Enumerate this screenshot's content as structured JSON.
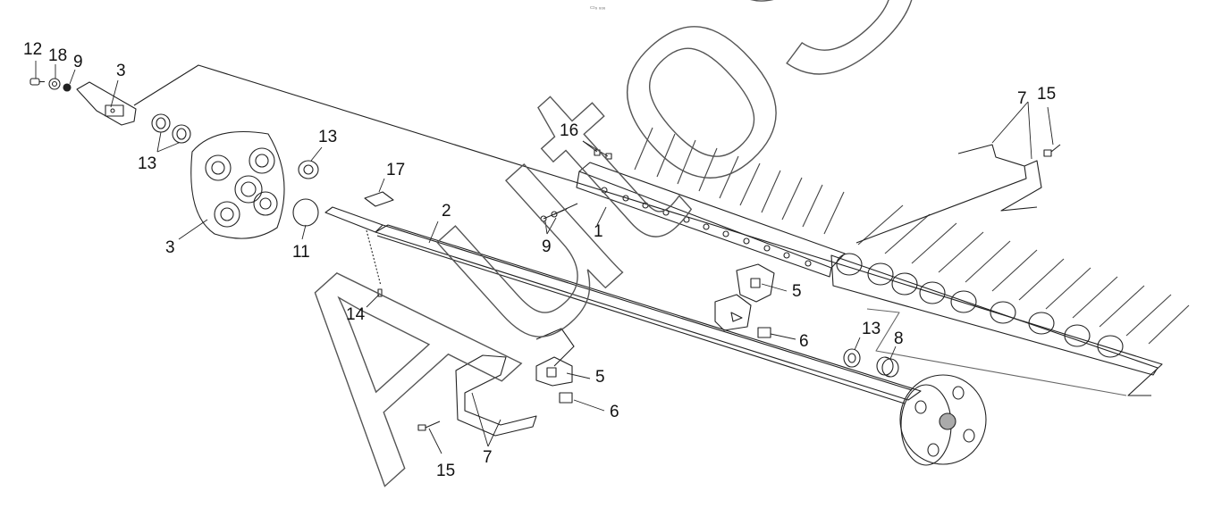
{
  "header_code": "▭₀ ₀₀₀",
  "watermark": "AutoSoft",
  "callouts": {
    "c12": "12",
    "c18": "18",
    "c9a": "9",
    "c3a": "3",
    "c13a": "13",
    "c13b": "13",
    "c3b": "3",
    "c11": "11",
    "c17": "17",
    "c2": "2",
    "c14": "14",
    "c16": "16",
    "c9b": "9",
    "c1": "1",
    "c7a": "7",
    "c15a": "15",
    "c5a": "5",
    "c6a": "6",
    "c13c": "13",
    "c8": "8",
    "c5b": "5",
    "c6b": "6",
    "c15b": "15",
    "c7b": "7"
  }
}
